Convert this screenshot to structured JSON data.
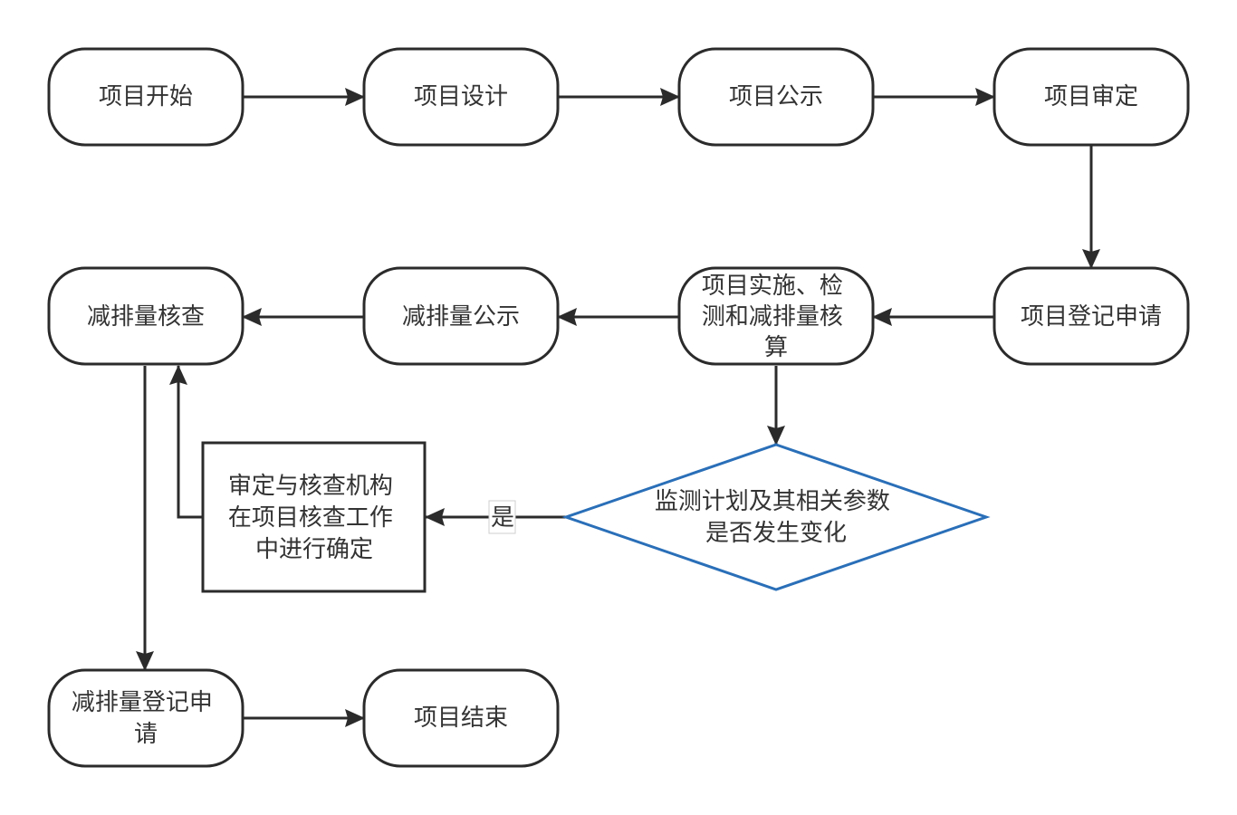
{
  "colors": {
    "stroke": "#2b2b2b",
    "text": "#333333",
    "decision_stroke": "#2a6fb8",
    "background": "#ffffff"
  },
  "nodes": {
    "start": [
      "项目开始"
    ],
    "design": [
      "项目设计"
    ],
    "publicity": [
      "项目公示"
    ],
    "approval": [
      "项目审定"
    ],
    "registration": [
      "项目登记申请"
    ],
    "implementation": [
      "项目实施、检",
      "测和减排量核",
      "算"
    ],
    "reduction_publicity": [
      "减排量公示"
    ],
    "reduction_check": [
      "减排量核查"
    ],
    "decision": [
      "监测计划及其相关参数",
      "是否发生变化"
    ],
    "agency": [
      "审定与核查机构",
      "在项目核查工作",
      "中进行确定"
    ],
    "reduction_registration": [
      "减排量登记申",
      "请"
    ],
    "end": [
      "项目结束"
    ]
  },
  "edge_labels": {
    "yes": "是"
  }
}
